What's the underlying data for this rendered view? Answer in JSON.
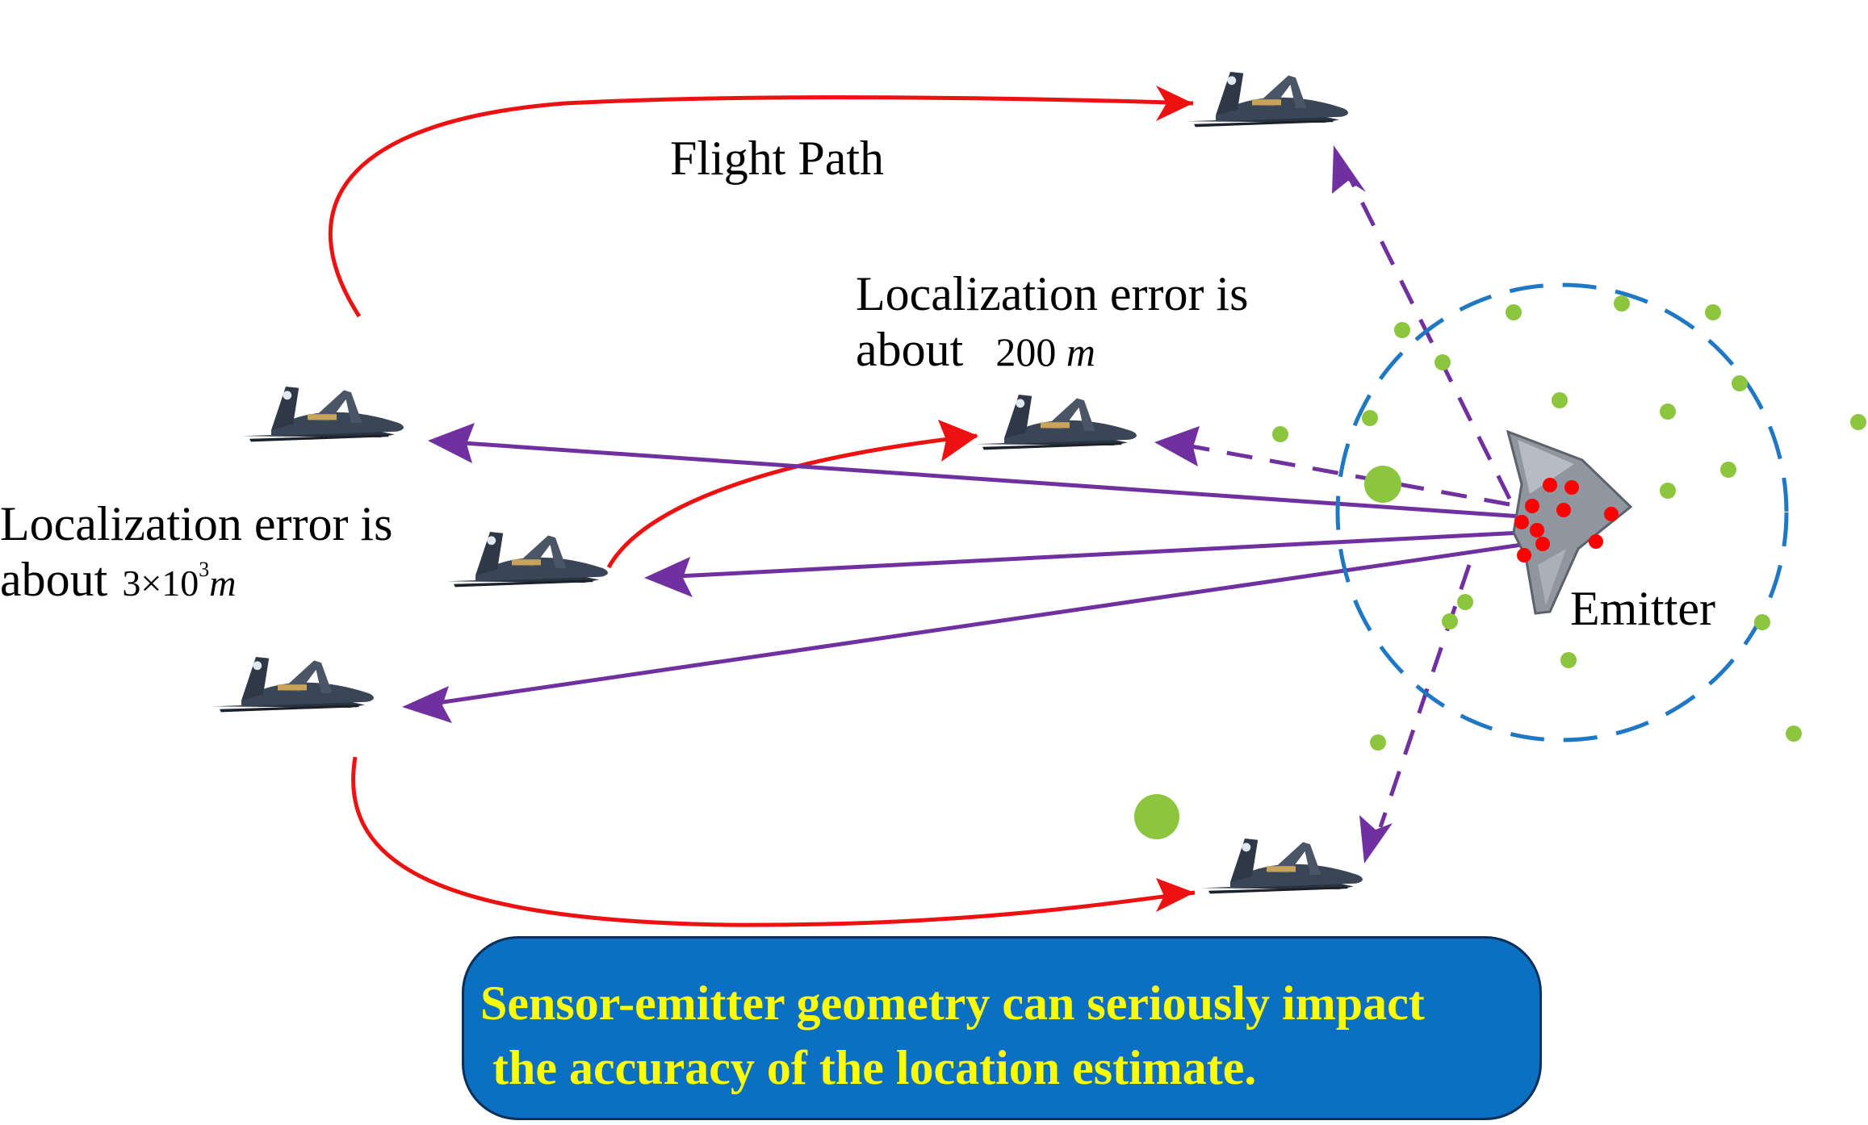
{
  "labels": {
    "flight_path": "Flight Path",
    "err_near_line1": "Localization error is",
    "err_near_line2": "about",
    "err_near_value": "200",
    "err_near_unit": "m",
    "err_far_line1": "Localization error is",
    "err_far_line2": "about",
    "err_far_mantissa": "3×10",
    "err_far_exponent": "3",
    "err_far_unit": "m",
    "emitter": "Emitter"
  },
  "banner": {
    "line1": "Sensor-emitter geometry can seriously impact",
    "line2": " the accuracy of the location estimate."
  },
  "colors": {
    "flight_path": "#ee1111",
    "measurement": "#7030a0",
    "circle": "#1f78c4",
    "dots_green": "#8cc63f",
    "dots_red": "#ff0000",
    "banner_bg": "#0b70c1",
    "banner_text": "#ffff00"
  },
  "icons": [
    "sensor-aircraft-icon",
    "emitter-aircraft-icon"
  ]
}
